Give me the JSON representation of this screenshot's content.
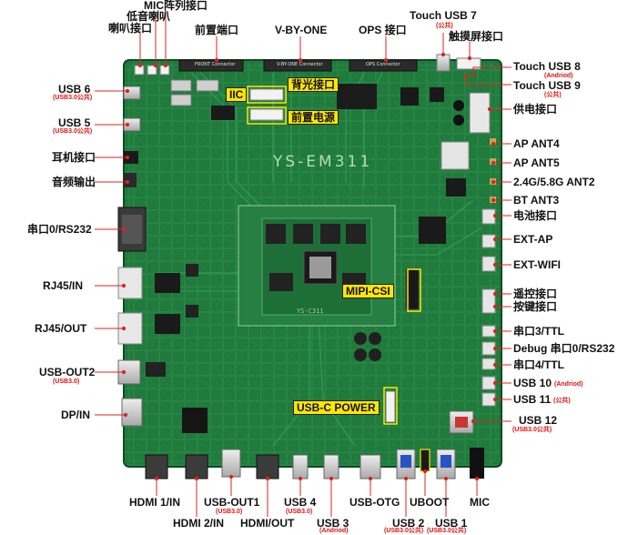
{
  "board": {
    "model": "YS-EM311",
    "soc_marking": "YS-C311",
    "silk_front_connector": "FRONT Connector",
    "silk_vby1_connector": "V-BY-ONE Connector",
    "silk_ops_connector": "OPS Connector",
    "colors": {
      "pcb": "#1f7a3c",
      "pcb_dark": "#145a2a",
      "trace": "#2b9150",
      "callout_line": "#e02020",
      "highlight": "#ffe600"
    }
  },
  "labels": {
    "mic_array": "MIC阵列接口",
    "bass_speaker": "低音喇叭",
    "speaker": "喇叭接口",
    "front_port": "前置端口",
    "vbyone": "V-BY-ONE",
    "ops": "OPS 接口",
    "touch_usb7": "Touch USB 7",
    "touch_usb7_sub": "(公共)",
    "touchscreen": "触摸屏接口",
    "touch_usb8": "Touch USB 8",
    "touch_usb8_sub": "(Andriod)",
    "touch_usb9": "Touch USB 9",
    "touch_usb9_sub": "(公共)",
    "power_in": "供电接口",
    "usb6": "USB 6",
    "usb6_sub": "(USB3.0公共)",
    "usb5": "USB 5",
    "usb5_sub": "(USB3.0公共)",
    "headphone": "耳机接口",
    "audio_out": "音频输出",
    "uart0": "串口0/RS232",
    "rj45_in": "RJ45/IN",
    "rj45_out": "RJ45/OUT",
    "usb_out2": "USB-OUT2",
    "usb_out2_sub": "(USB3.0)",
    "dp_in": "DP/IN",
    "ap_ant4": "AP ANT4",
    "ap_ant5": "AP ANT5",
    "ant2": "2.4G/5.8G ANT2",
    "bt_ant3": "BT ANT3",
    "battery": "电池接口",
    "ext_ap": "EXT-AP",
    "ext_wifi": "EXT-WIFI",
    "remote": "遥控接口",
    "button": "按键接口",
    "uart3": "串口3/TTL",
    "debug_uart0": "Debug 串口0/RS232",
    "uart4": "串口4/TTL",
    "usb10": "USB 10",
    "usb10_sub": "(Andriod)",
    "usb11": "USB 11",
    "usb11_sub": "(公共)",
    "usb12": "USB 12",
    "usb12_sub": "(USB3.0公共)",
    "hdmi1_in": "HDMI 1/IN",
    "hdmi2_in": "HDMI 2/IN",
    "usb_out1": "USB-OUT1",
    "usb_out1_sub": "(USB3.0)",
    "hdmi_out": "HDMI/OUT",
    "usb4": "USB 4",
    "usb4_sub": "(USB3.0)",
    "usb3": "USB 3",
    "usb3_sub": "(Andriod)",
    "usb_otg": "USB-OTG",
    "usb2": "USB 2",
    "usb2_sub": "(USB3.0公共)",
    "uboot": "UBOOT",
    "usb1": "USB 1",
    "usb1_sub": "(USB3.0公共)",
    "mic": "MIC"
  },
  "highlights": {
    "iic": "IIC",
    "backlight": "背光接口",
    "front_power": "前置电源",
    "mipi_csi": "MIPI-CSI",
    "usbc_power": "USB-C POWER"
  }
}
